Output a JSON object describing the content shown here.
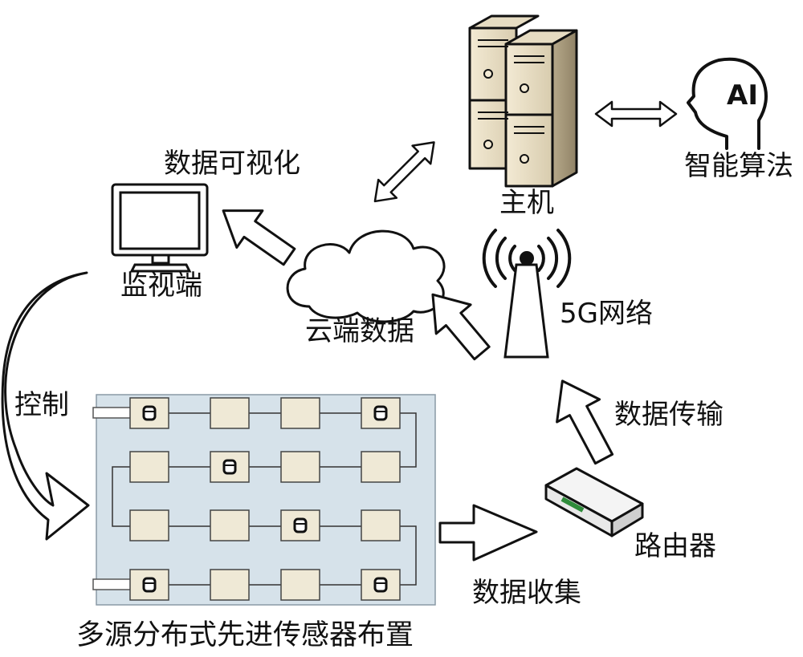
{
  "labels": {
    "data_visualization": "数据可视化",
    "monitor_terminal": "监视端",
    "cloud_data": "云端数据",
    "host": "主机",
    "intelligent_algorithm": "智能算法",
    "ai_badge": "AI",
    "network_5g": "5G网络",
    "data_transmission": "数据传输",
    "router": "路由器",
    "data_collection": "数据收集",
    "control": "控制",
    "sensor_layout": "多源分布式先进传感器布置"
  },
  "sensor_grid": {
    "rows": 4,
    "cols": 4,
    "cells_with_sensor": [
      [
        0,
        0
      ],
      [
        0,
        3
      ],
      [
        1,
        1
      ],
      [
        2,
        2
      ],
      [
        3,
        0
      ],
      [
        3,
        3
      ]
    ]
  },
  "colors": {
    "panel_bg": "#d6e2ea",
    "cell_fill": "#efe9d6",
    "line": "#111111"
  }
}
